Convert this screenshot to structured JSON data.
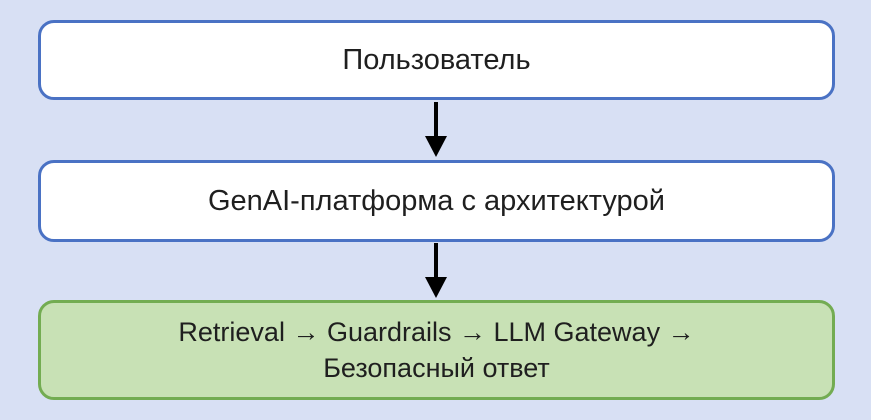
{
  "colors": {
    "background": "#d8e0f4",
    "box_fill_white": "#ffffff",
    "box_border_blue": "#4a72c4",
    "box_fill_green": "#c8e1b5",
    "box_border_green": "#73ac52",
    "arrow": "#000000",
    "text": "#1f1f1f"
  },
  "flow": {
    "nodes": [
      {
        "id": "user",
        "label": "Пользователь"
      },
      {
        "id": "platform",
        "label": "GenAI-платформа с архитектурой"
      },
      {
        "id": "pipeline",
        "lines": [
          "Retrieval → Guardrails → LLM Gateway →",
          "Безопасный ответ"
        ]
      }
    ]
  }
}
